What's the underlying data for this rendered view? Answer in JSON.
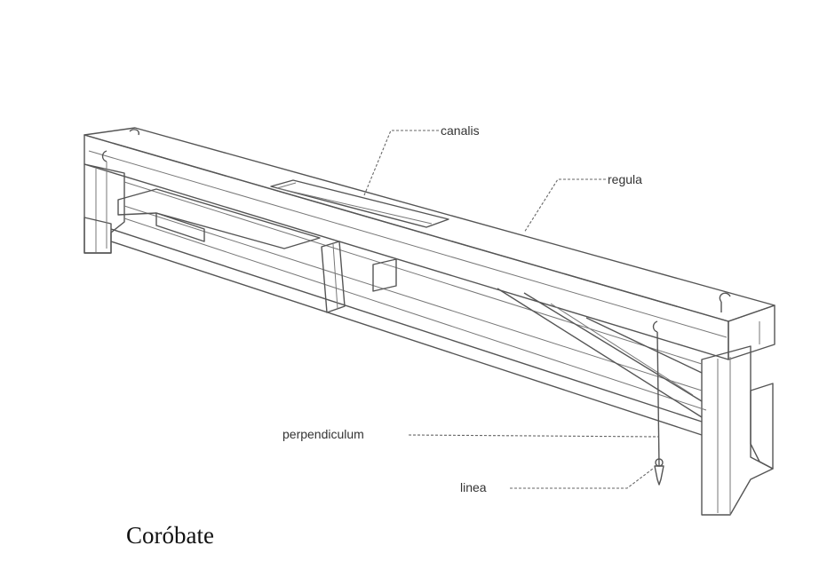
{
  "diagram": {
    "labels": {
      "canalis": "canalis",
      "regula": "regula",
      "perpendiculum": "perpendiculum",
      "linea": "linea"
    },
    "caption": "Coróbate"
  }
}
